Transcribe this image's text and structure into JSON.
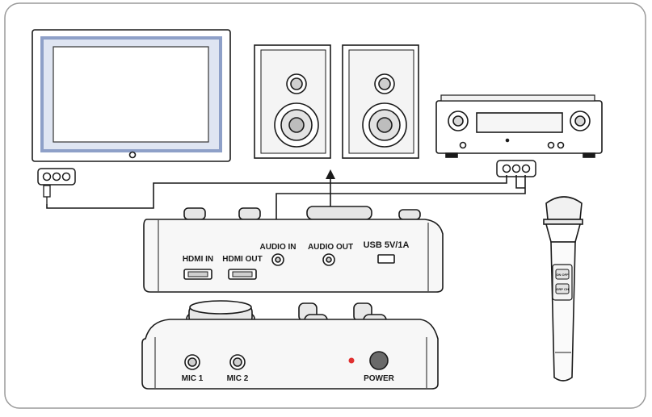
{
  "labels": {
    "hdmi_in": "HDMI IN",
    "hdmi_out": "HDMI OUT",
    "audio_in": "AUDIO IN",
    "audio_out": "AUDIO OUT",
    "usb": "USB 5V/1A",
    "mic1": "MIC 1",
    "mic2": "MIC 2",
    "power": "POWER",
    "mic_switch_top": "ON OFF",
    "mic_switch_bottom": "GRP CH"
  },
  "colors": {
    "stroke": "#1a1a1a",
    "panel": "#f2f2f2",
    "screen_frame": "#c9d2e6",
    "power_led": "#e03030",
    "frame_border": "#9a9a9a"
  }
}
